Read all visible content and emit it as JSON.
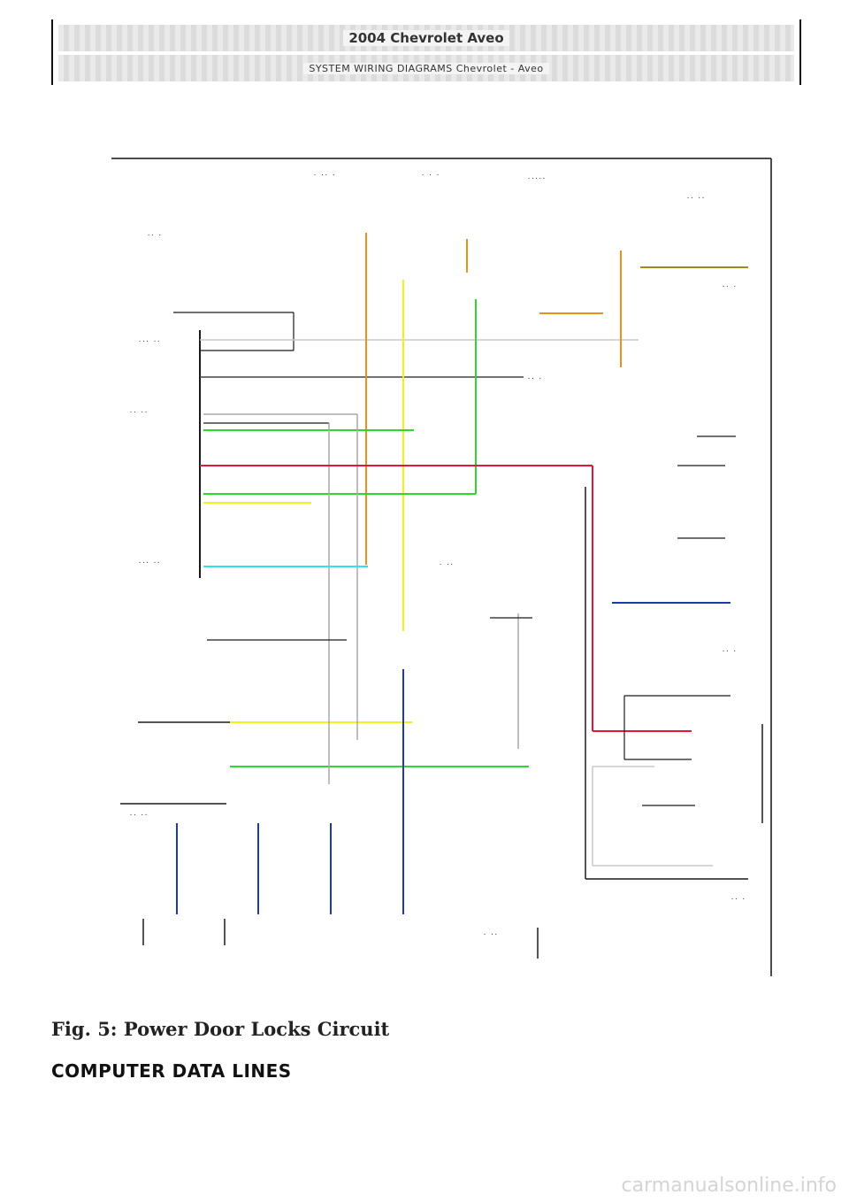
{
  "header": {
    "title": "2004 Chevrolet Aveo",
    "subtitle": "SYSTEM WIRING DIAGRAMS Chevrolet - Aveo"
  },
  "figure": {
    "caption": "Fig. 5: Power Door Locks Circuit"
  },
  "section": {
    "heading": "COMPUTER DATA LINES"
  },
  "watermark": {
    "text": "carmanualsonline.info"
  },
  "wire_colors": {
    "orange": "#e8901a",
    "yellow": "#f2f21a",
    "green": "#2ed62e",
    "red": "#e0193c",
    "cyan": "#2ee0f0",
    "blue": "#1a3aa8",
    "gray": "#a8a8a8",
    "black": "#1a1a1a",
    "olive": "#a08820"
  }
}
